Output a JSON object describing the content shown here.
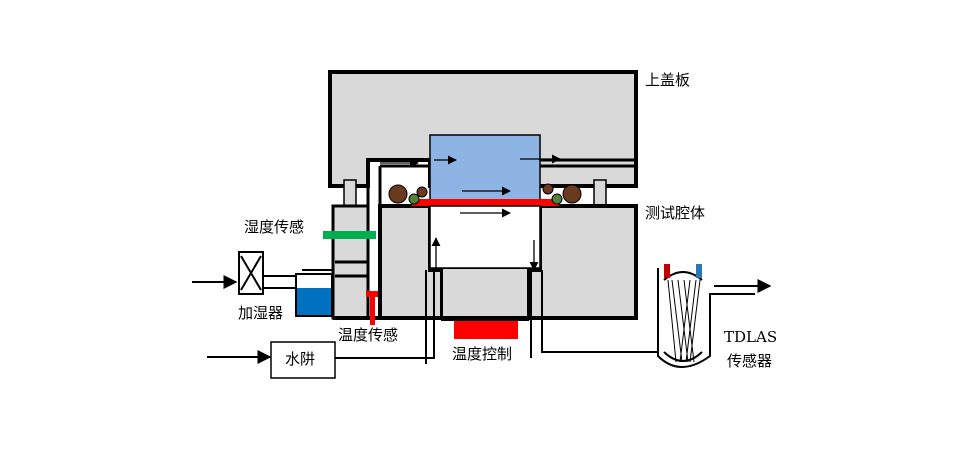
{
  "labels": {
    "top_cover": "上盖板",
    "test_chamber": "测试腔体",
    "humidity_sensor": "湿度传感",
    "humidifier": "加湿器",
    "temperature_sensor": "温度传感",
    "temperature_control": "温度控制",
    "water_trap": "水阱",
    "tdlas_line1": "TDLAS",
    "tdlas_line2": "传感器"
  },
  "colors": {
    "chamber_gray": "#d9d9d9",
    "sample_blue": "#8eb4e3",
    "heater_red": "#ff0000",
    "humidity_green": "#00b050",
    "water_blue": "#0070c0",
    "ball_brown": "#6b3a1e",
    "tdlas_red": "#c00000",
    "tdlas_blue": "#2e75b6"
  }
}
